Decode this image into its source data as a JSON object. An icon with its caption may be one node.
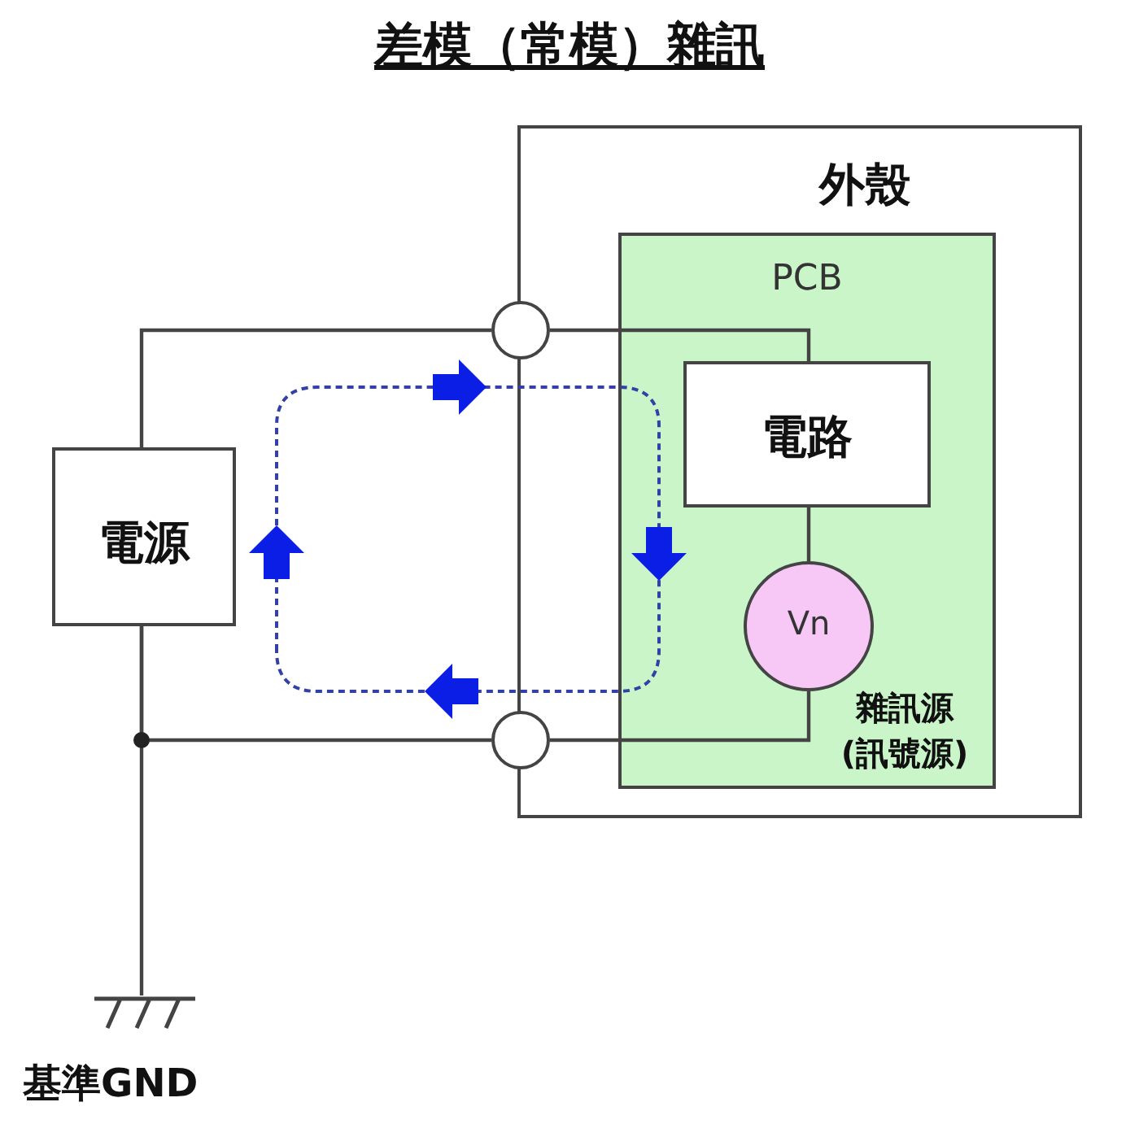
{
  "diagram": {
    "title": "差模（常模）雜訊",
    "nodes": [
      {
        "text": [
          "外殼"
        ]
      },
      {
        "text": [
          "PCB"
        ],
        "in": 0
      },
      {
        "text": [
          "電路"
        ],
        "in": 1
      },
      {
        "text": [
          "Vn"
        ],
        "in": 1,
        "beside": [
          "雜訊源(訊號源)"
        ]
      },
      {
        "text": [
          "電源"
        ]
      },
      {
        "text": [],
        "shape": "circle"
      },
      {
        "text": [],
        "shape": "circle"
      },
      {
        "text": [
          "基準GND"
        ]
      }
    ],
    "edges": [
      {
        "from": 4,
        "to": 5,
        "arrow": "none"
      },
      {
        "from": 5,
        "to": 2,
        "arrow": "none"
      },
      {
        "from": 2,
        "to": 3,
        "arrow": "none"
      },
      {
        "from": 3,
        "to": 6,
        "arrow": "none"
      },
      {
        "from": 6,
        "to": 4,
        "arrow": "none"
      },
      {
        "from": 4,
        "to": 7,
        "arrow": "none"
      }
    ]
  }
}
